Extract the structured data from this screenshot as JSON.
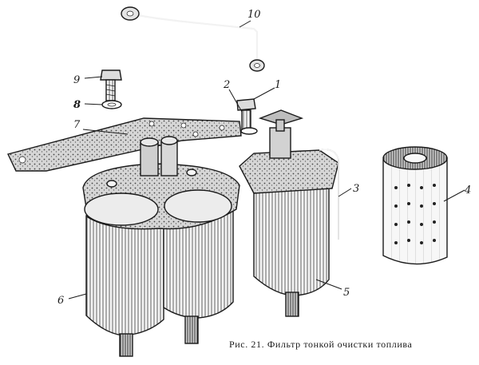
{
  "figure": {
    "caption": "Рис. 21. Фильтр тонкой очистки топлива",
    "labels": [
      {
        "id": "10",
        "text": "10"
      },
      {
        "id": "9",
        "text": "9"
      },
      {
        "id": "8",
        "text": "8"
      },
      {
        "id": "7",
        "text": "7"
      },
      {
        "id": "2",
        "text": "2"
      },
      {
        "id": "1",
        "text": "1"
      },
      {
        "id": "3",
        "text": "3"
      },
      {
        "id": "4",
        "text": "4"
      },
      {
        "id": "5",
        "text": "5"
      },
      {
        "id": "6",
        "text": "6"
      }
    ]
  }
}
